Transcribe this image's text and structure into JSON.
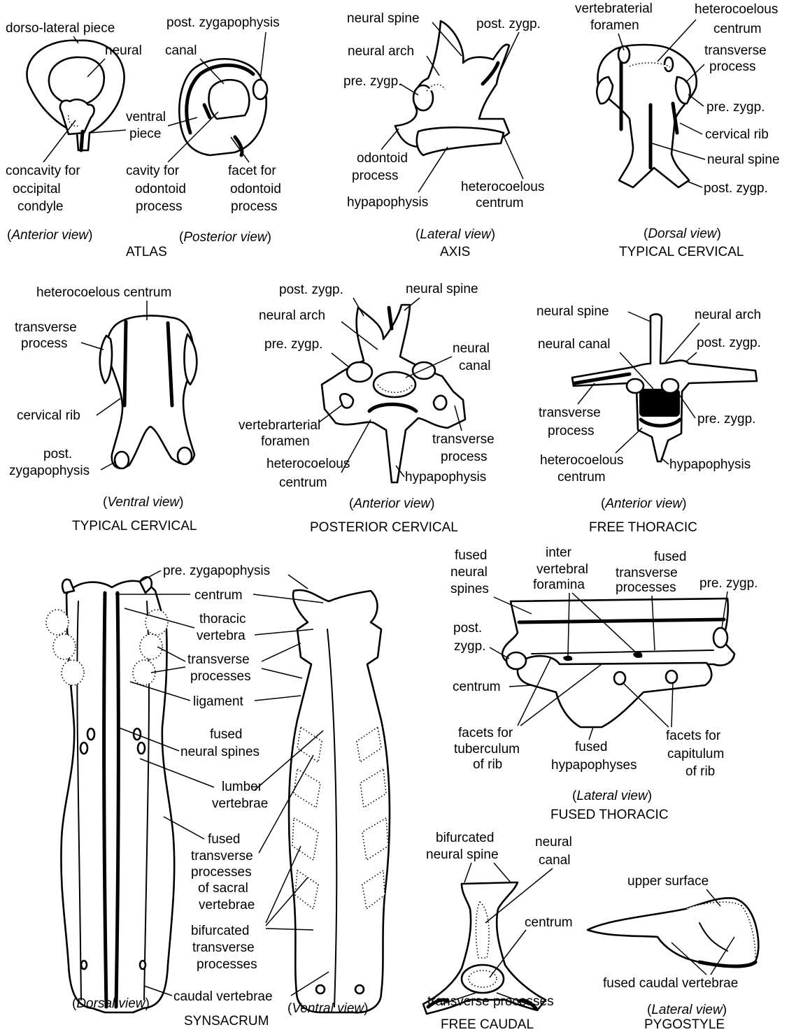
{
  "panels": {
    "atlas": {
      "caption": "ATLAS",
      "view_anterior": "Anterior view",
      "view_posterior": "Posterior view",
      "labels": {
        "dorso_lateral_piece": "dorso-lateral piece",
        "neural": "neural",
        "canal": "canal",
        "post_zygapophysis": "post.  zygapophysis",
        "ventral": "ventral",
        "piece": "piece",
        "concavity_1": "concavity  for",
        "concavity_2": "occipital",
        "concavity_3": "condyle",
        "cavity_1": "cavity  for",
        "cavity_2": "odontoid",
        "cavity_3": "process",
        "facet_1": "facet for",
        "facet_2": "odontoid",
        "facet_3": "process"
      }
    },
    "axis": {
      "caption": "AXIS",
      "view": "Lateral view",
      "labels": {
        "neural_spine": "neural  spine",
        "post_zygp": "post.  zygp.",
        "neural_arch": "neural arch",
        "pre_zygp": "pre.  zygp.",
        "odontoid_1": "odontoid",
        "odontoid_2": "process",
        "hypapophysis": "hypapophysis",
        "heterocoelous_1": "heterocoelous",
        "heterocoelous_2": "centrum"
      }
    },
    "typical_cervical_dorsal": {
      "caption": "TYPICAL  CERVICAL",
      "view": "Dorsal view",
      "labels": {
        "vertebrarterial_1": "vertebraterial",
        "vertebrarterial_2": "foramen",
        "heterocoelous_1": "heterocoelous",
        "heterocoelous_2": "centrum",
        "transverse_1": "transverse",
        "transverse_2": "process",
        "pre_zygp": "pre.  zygp.",
        "cervical_rib": "cervical  rib",
        "neural_spine": "neural  spine",
        "post_zygp": "post.  zygp."
      }
    },
    "typical_cervical_ventral": {
      "caption": "TYPICAL  CERVICAL",
      "view": "Ventral  view",
      "labels": {
        "heterocoelous_centrum": "heterocoelous  centrum",
        "transverse_1": "transverse",
        "transverse_2": "process",
        "cervical_rib": "cervical  rib",
        "post_1": "post.",
        "post_2": "zygapophysis"
      }
    },
    "posterior_cervical": {
      "caption": "POSTERIOR  CERVICAL",
      "view": "Anterior  view",
      "labels": {
        "post_zygp": "post.  zygp.",
        "neural_spine": "neural  spine",
        "neural_arch": "neural  arch",
        "neural_1": "neural",
        "neural_2": "canal",
        "pre_zygp": "pre.  zygp.",
        "vertebrarterial_1": "vertebrarterial",
        "vertebrarterial_2": "foramen",
        "transverse_1": "transverse",
        "transverse_2": "process",
        "heterocoelous_1": "heterocoelous",
        "heterocoelous_2": "centrum",
        "hypapophysis": "hypapophysis"
      }
    },
    "free_thoracic": {
      "caption": "FREE THORACIC",
      "view": "Anterior view",
      "labels": {
        "neural_spine": "neural  spine",
        "neural_arch": "neural  arch",
        "neural_canal": "neural  canal",
        "post_zygp": "post.  zygp.",
        "transverse_1": "transverse",
        "transverse_2": "process",
        "pre_zygp": "pre.  zygp.",
        "heterocoelous_1": "heterocoelous",
        "heterocoelous_2": "centrum",
        "hypapophysis": "hypapophysis"
      }
    },
    "synsacrum": {
      "caption": "SYNSACRUM",
      "view_dorsal": "Dorsal view",
      "view_ventral": "Ventral  view",
      "labels": {
        "pre_zygapophysis": "pre.  zygapophysis",
        "centrum": "centrum",
        "thoracic_1": "thoracic",
        "thoracic_2": "vertebra",
        "transverse_1": "transverse",
        "transverse_2": "processes",
        "ligament": "ligament",
        "fused_neural_1": "fused",
        "fused_neural_2": "neural spines",
        "lumber_1": "lumber",
        "lumber_2": "vertebrae",
        "fused_tp_1": "fused",
        "fused_tp_2": "transverse",
        "fused_tp_3": "processes",
        "fused_tp_4": "of  sacral",
        "fused_tp_5": "vertebrae",
        "bifurcated_1": "bifurcated",
        "bifurcated_2": "transverse",
        "bifurcated_3": "processes",
        "caudal": "caudal  vertebrae"
      }
    },
    "fused_thoracic": {
      "caption": "FUSED THORACIC",
      "view": "Lateral view",
      "labels": {
        "fused_neural_1": "fused",
        "fused_neural_2": "neural",
        "fused_neural_3": "spines",
        "inter_1": "inter",
        "inter_2": "vertebral",
        "inter_3": "foramina",
        "fused_tp_1": "fused",
        "fused_tp_2": "transverse",
        "fused_tp_3": "processes",
        "pre_zygp": "pre.  zygp.",
        "post_1": "post.",
        "post_2": "zygp.",
        "centrum": "centrum",
        "tuberculum_1": "facets for",
        "tuberculum_2": "tuberculum",
        "tuberculum_3": "of  rib",
        "hypapophyses_1": "fused",
        "hypapophyses_2": "hypapophyses",
        "capitulum_1": "facets  for",
        "capitulum_2": "capitulum",
        "capitulum_3": "of  rib"
      }
    },
    "free_caudal": {
      "caption": "FREE CAUDAL",
      "labels": {
        "bifurcated_1": "bifurcated",
        "bifurcated_2": "neural spine",
        "neural_1": "neural",
        "neural_2": "canal",
        "centrum": "centrum",
        "transverse": "transverse  processes"
      }
    },
    "pygostyle": {
      "caption": "PYGOSTYLE",
      "view": "Lateral view",
      "labels": {
        "upper_surface": "upper surface",
        "fused_caudal": "fused  caudal  vertebrae"
      }
    }
  }
}
